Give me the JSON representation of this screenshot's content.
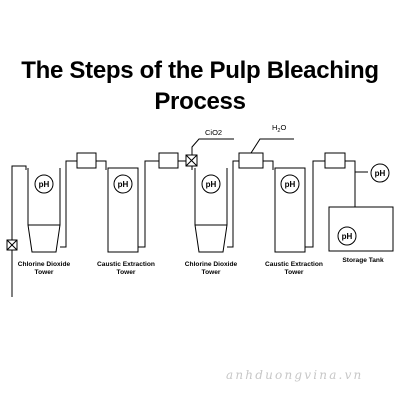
{
  "title_line1": "The Steps of the Pulp Bleaching",
  "title_line2": "Process",
  "units": [
    {
      "label1": "Chlorine Dioxide",
      "label2": "Tower",
      "sensor": "pH"
    },
    {
      "label1": "Caustic Extraction",
      "label2": "Tower",
      "sensor": "pH"
    },
    {
      "label1": "Chlorine Dioxide",
      "label2": "Tower",
      "sensor": "pH"
    },
    {
      "label1": "Caustic Extraction",
      "label2": "Tower",
      "sensor": "pH"
    }
  ],
  "storage": {
    "label": "Storage Tank",
    "sensor": "pH",
    "outlet_sensor": "pH"
  },
  "inputs": {
    "clo2": "CiO2",
    "water_main": "H",
    "water_sub": "2",
    "water_end": "O"
  },
  "watermark": "anhduongvina.vn"
}
